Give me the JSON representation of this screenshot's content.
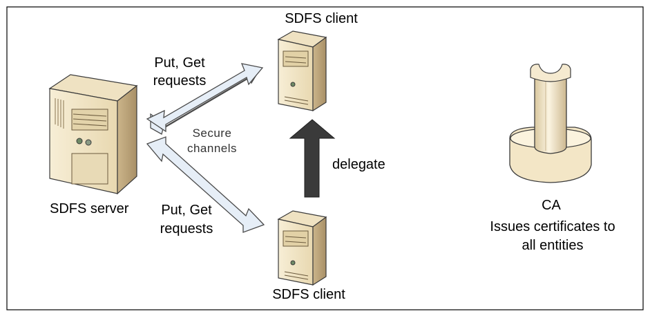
{
  "nodes": {
    "server": {
      "label": "SDFS server"
    },
    "client_top": {
      "label": "SDFS client"
    },
    "client_bottom": {
      "label": "SDFS client"
    },
    "ca": {
      "title": "CA",
      "line1": "Issues certificates to",
      "line2": "all entities"
    }
  },
  "edges": {
    "top_arrow_label_line1": "Put, Get",
    "top_arrow_label_line2": "requests",
    "bottom_arrow_label_line1": "Put, Get",
    "bottom_arrow_label_line2": "requests",
    "secure_line1": "Secure",
    "secure_line2": "channels",
    "delegate": "delegate"
  },
  "colors": {
    "server_body": "#f3e7c9",
    "server_shade": "#c9b48c",
    "arrow_fill": "#e6eef7",
    "arrow_stroke": "#4a4a4a",
    "delegate_arrow": "#3a3a3a",
    "ca_fill": "#f6eccf"
  }
}
